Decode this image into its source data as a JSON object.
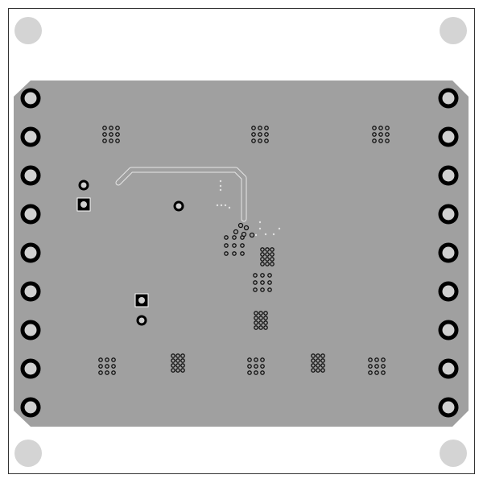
{
  "colors": {
    "background": "#ffffff",
    "board_outline": "#333333",
    "copper_pour": "#a0a0a0",
    "mounting_hole": "#d4d4d4",
    "pad_ring": "#000000",
    "pad_center": "#d0d0d0",
    "trace": "#e0e0e0"
  },
  "icons": {
    "mounting-hole": "circle",
    "through-hole-pad": "ring",
    "square-pad": "square",
    "via": "small-ring"
  }
}
